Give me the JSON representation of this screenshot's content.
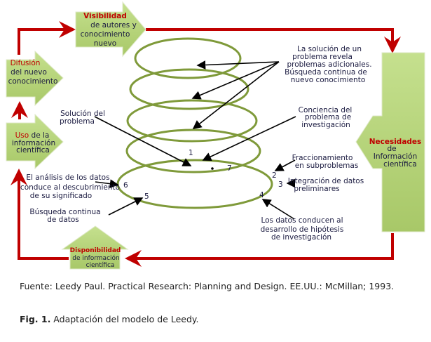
{
  "nodes": {
    "visibilidad": {
      "title": "Visibilidad",
      "lines": [
        "de autores y",
        "conocimiento",
        "nuevo"
      ]
    },
    "difusion": {
      "title": "Difusión",
      "lines": [
        "del nuevo",
        "conocimiento"
      ]
    },
    "uso": {
      "title": "Uso",
      "rest": " de la",
      "lines": [
        "información",
        "científica"
      ]
    },
    "necesidades": {
      "title": "Necesidades",
      "lines": [
        "de",
        "Información",
        "científica"
      ]
    },
    "disponibilidad": {
      "title": "Disponibilidad",
      "lines": [
        "de información",
        "científica"
      ]
    }
  },
  "annotations": {
    "solucion_revela": [
      "La solución de un",
      "problema revela",
      "problemas adicionales.",
      "Búsqueda continua de",
      "nuevo conocimiento"
    ],
    "solucion": [
      "Solución del",
      "problema"
    ],
    "conciencia": [
      "Conciencia del",
      "problema de",
      "investigación"
    ],
    "fraccionamiento": [
      "Fraccionamiento",
      "en subproblemas"
    ],
    "integracion": [
      "Integración de datos",
      "preliminares"
    ],
    "analisis": [
      "El análisis de los datos",
      "conduce al descubrimiento",
      "de su significado"
    ],
    "busqueda": [
      "Búsqueda continua",
      "de datos"
    ],
    "hipotesis": [
      "Los datos conducen al",
      "desarrollo de hipótesis",
      "de investigación"
    ]
  },
  "steps": [
    "1",
    "2",
    "3",
    "4",
    "5",
    "6",
    "7"
  ],
  "caption": {
    "source": "Fuente: Leedy Paul. Practical Research: Planning and Design. EE.UU.: McMillan; 1993.",
    "fig_label": "Fig. 1.",
    "fig_text": " Adaptación del modelo de Leedy."
  },
  "colors": {
    "flow": "#c00000",
    "box": "#b5d47a",
    "ellipse": "#7f9a3a"
  }
}
